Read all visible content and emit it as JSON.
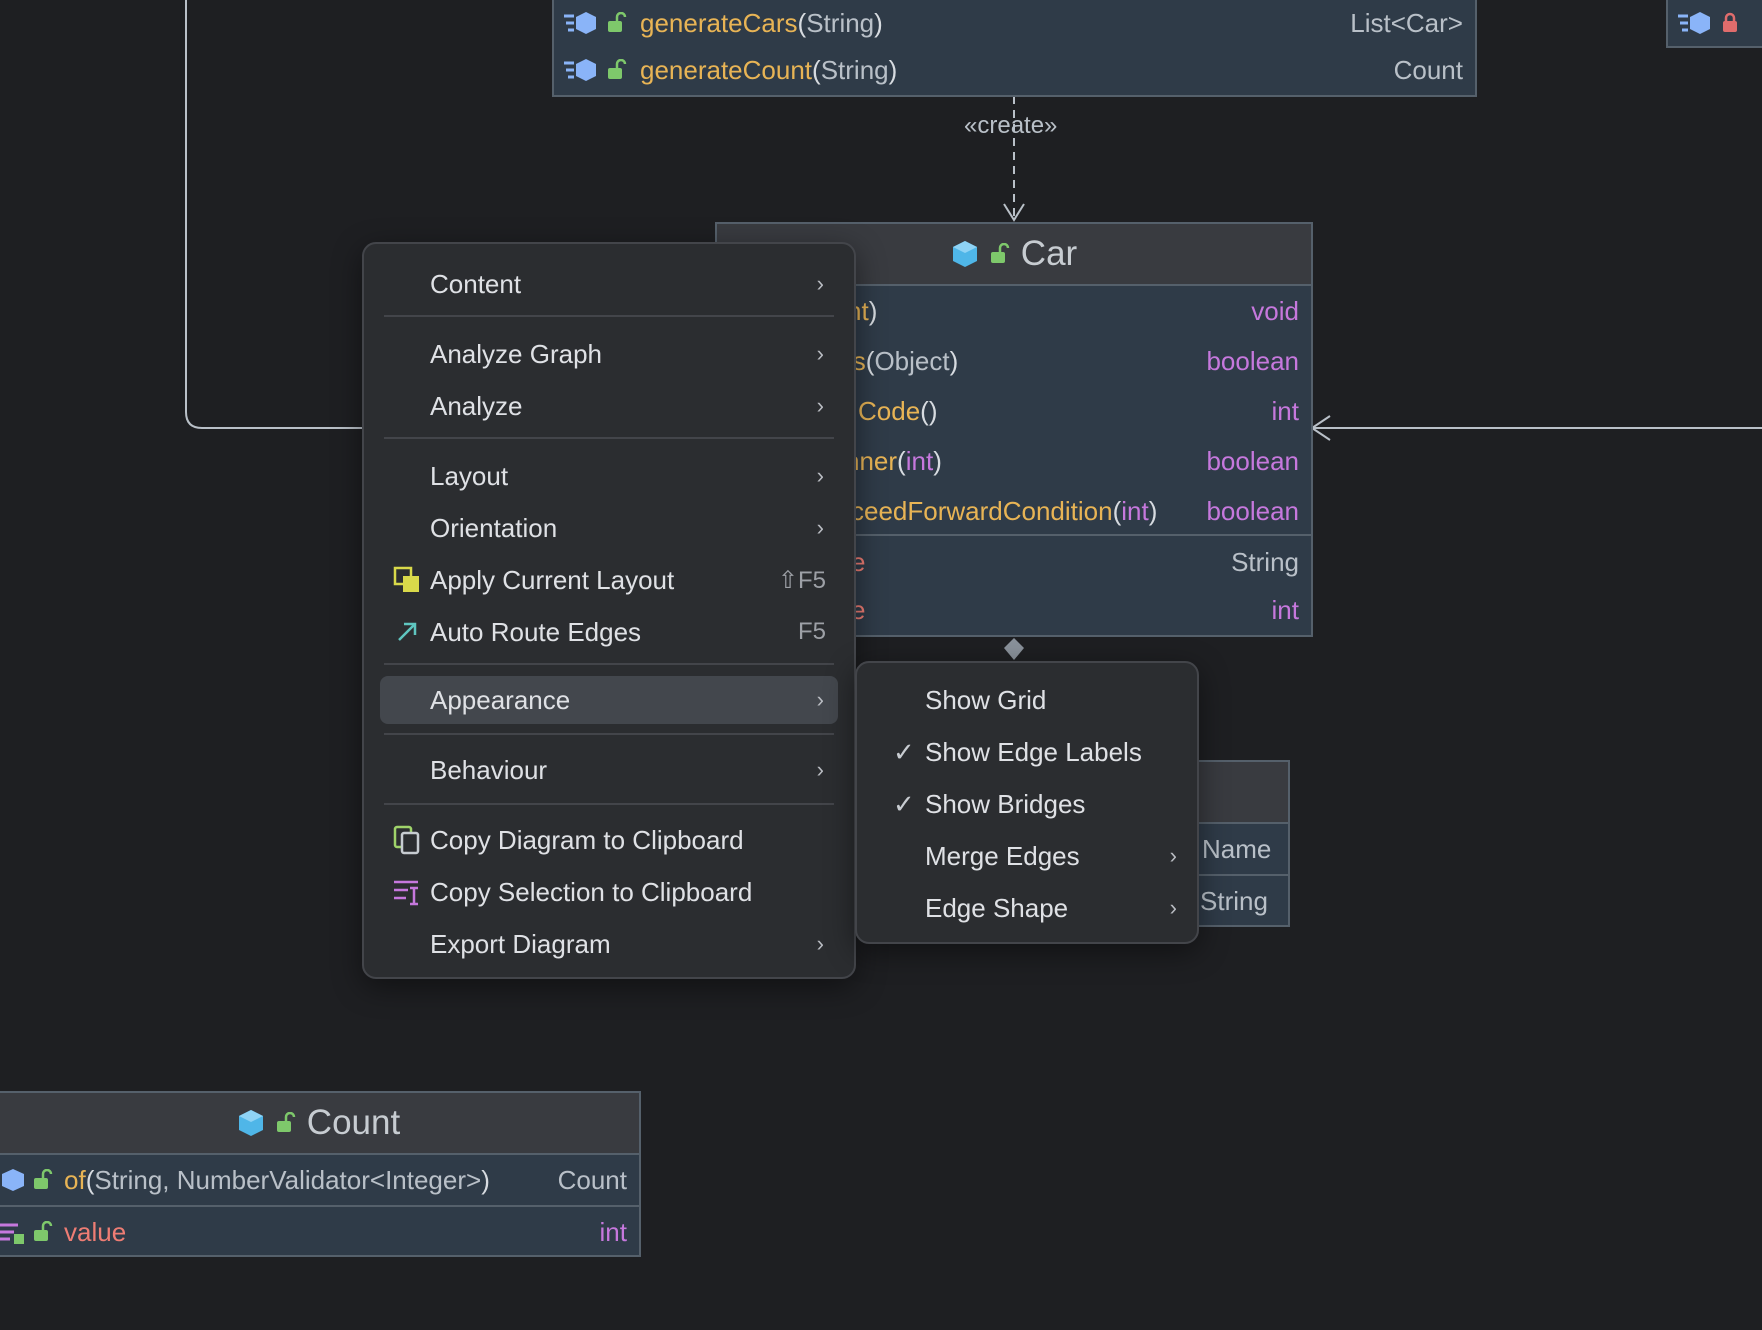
{
  "colors": {
    "canvas": "#1e1f22",
    "node_body": "#2f3b48",
    "node_header": "#393b40",
    "method_name": "#e8b455",
    "field_name": "#ee7d74",
    "primitive_type": "#c678dd",
    "menu_bg": "#2b2d30",
    "menu_hover": "#43474d"
  },
  "edges": {
    "create_label": "«create»"
  },
  "generator_node": {
    "rows": [
      {
        "name": "generateCars",
        "open": "(",
        "params": "String",
        "close": ")",
        "type": "List<Car>",
        "icon": "method-public-icon"
      },
      {
        "name": "generateCount",
        "open": "(",
        "params": "String",
        "close": ")",
        "type": "Count",
        "icon": "method-public-icon"
      }
    ]
  },
  "car_node": {
    "title": "Car",
    "methods": [
      {
        "name": "nt",
        "open": "",
        "params": "",
        "close": ")",
        "type": "void",
        "primitive": true
      },
      {
        "name": "ls",
        "open": "(",
        "params": "Object",
        "close": ")",
        "type": "boolean",
        "primitive": true
      },
      {
        "name": "Code",
        "open": "(",
        "params": "",
        "close": ")",
        "type": "int",
        "primitive": true
      },
      {
        "name": "nner",
        "open": "(",
        "params": "int",
        "close": ")",
        "type": "boolean",
        "primitive": true
      },
      {
        "name": "ceedForwardCondition",
        "open": "(",
        "params": "int",
        "close": ")",
        "type": "boolean",
        "primitive": true
      }
    ],
    "fields": [
      {
        "name": "e",
        "type": "String",
        "primitive": false
      },
      {
        "name": "e",
        "type": "int",
        "primitive": true
      }
    ]
  },
  "name_node": {
    "rows": [
      "Name",
      "String"
    ]
  },
  "count_node": {
    "title": "Count",
    "rows": [
      {
        "name": "of",
        "open": "(",
        "params": "String, NumberValidator<Integer>",
        "close": ")",
        "type": "Count",
        "primitive": false
      },
      {
        "name": "value",
        "type": "int",
        "primitive": true
      }
    ]
  },
  "context_menu": {
    "items": [
      {
        "label": "Content",
        "submenu": true
      },
      {
        "label": "Analyze Graph",
        "submenu": true
      },
      {
        "label": "Analyze",
        "submenu": true
      },
      {
        "label": "Layout",
        "submenu": true
      },
      {
        "label": "Orientation",
        "submenu": true
      },
      {
        "label": "Apply Current Layout",
        "shortcut": "⇧F5",
        "icon": "apply-layout-icon"
      },
      {
        "label": "Auto Route Edges",
        "shortcut": "F5",
        "icon": "route-arrow-icon"
      },
      {
        "label": "Appearance",
        "submenu": true,
        "active": true
      },
      {
        "label": "Behaviour",
        "submenu": true
      },
      {
        "label": "Copy Diagram to Clipboard",
        "icon": "copy-icon"
      },
      {
        "label": "Copy Selection to Clipboard",
        "icon": "copy-selection-icon"
      },
      {
        "label": "Export Diagram",
        "submenu": true
      }
    ]
  },
  "appearance_submenu": {
    "items": [
      {
        "label": "Show Grid",
        "checked": false
      },
      {
        "label": "Show Edge Labels",
        "checked": true
      },
      {
        "label": "Show Bridges",
        "checked": true
      },
      {
        "label": "Merge Edges",
        "submenu": true
      },
      {
        "label": "Edge Shape",
        "submenu": true
      }
    ],
    "check_glyph": "✓",
    "chevron_glyph": "›"
  }
}
